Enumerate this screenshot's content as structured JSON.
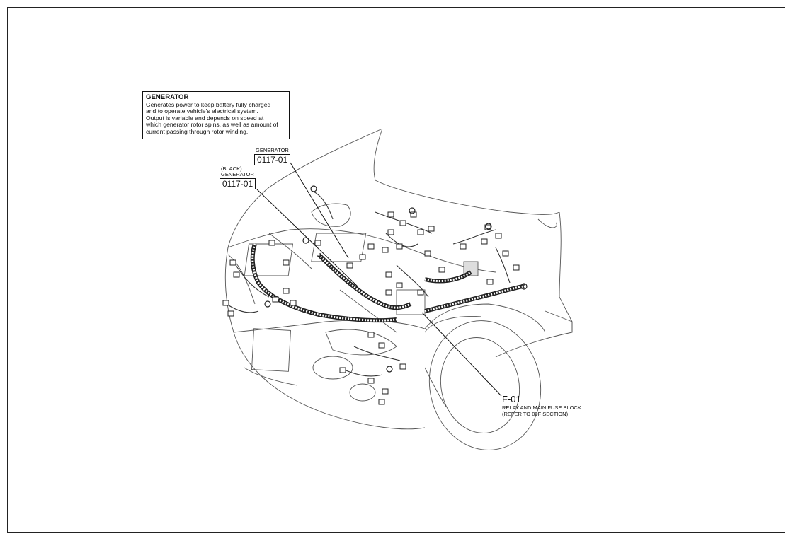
{
  "description_box": {
    "title": "GENERATOR",
    "lines": [
      "Generates power to keep battery fully charged",
      "and to operate vehicle's electrical system.",
      "Output is variable and depends on speed at",
      "which generator rotor spins, as well as amount of",
      "current passing through rotor winding."
    ]
  },
  "callouts": {
    "generator": {
      "label": "GENERATOR",
      "code": "0117-01"
    },
    "generator_black": {
      "color_note": "(BLACK)",
      "label": "GENERATOR",
      "code": "0117-01"
    },
    "fuse_block": {
      "code": "F-01",
      "lines": [
        "RELAY AND MAIN FUSE BLOCK",
        "(REFER TO 00F SECTION)"
      ]
    }
  }
}
